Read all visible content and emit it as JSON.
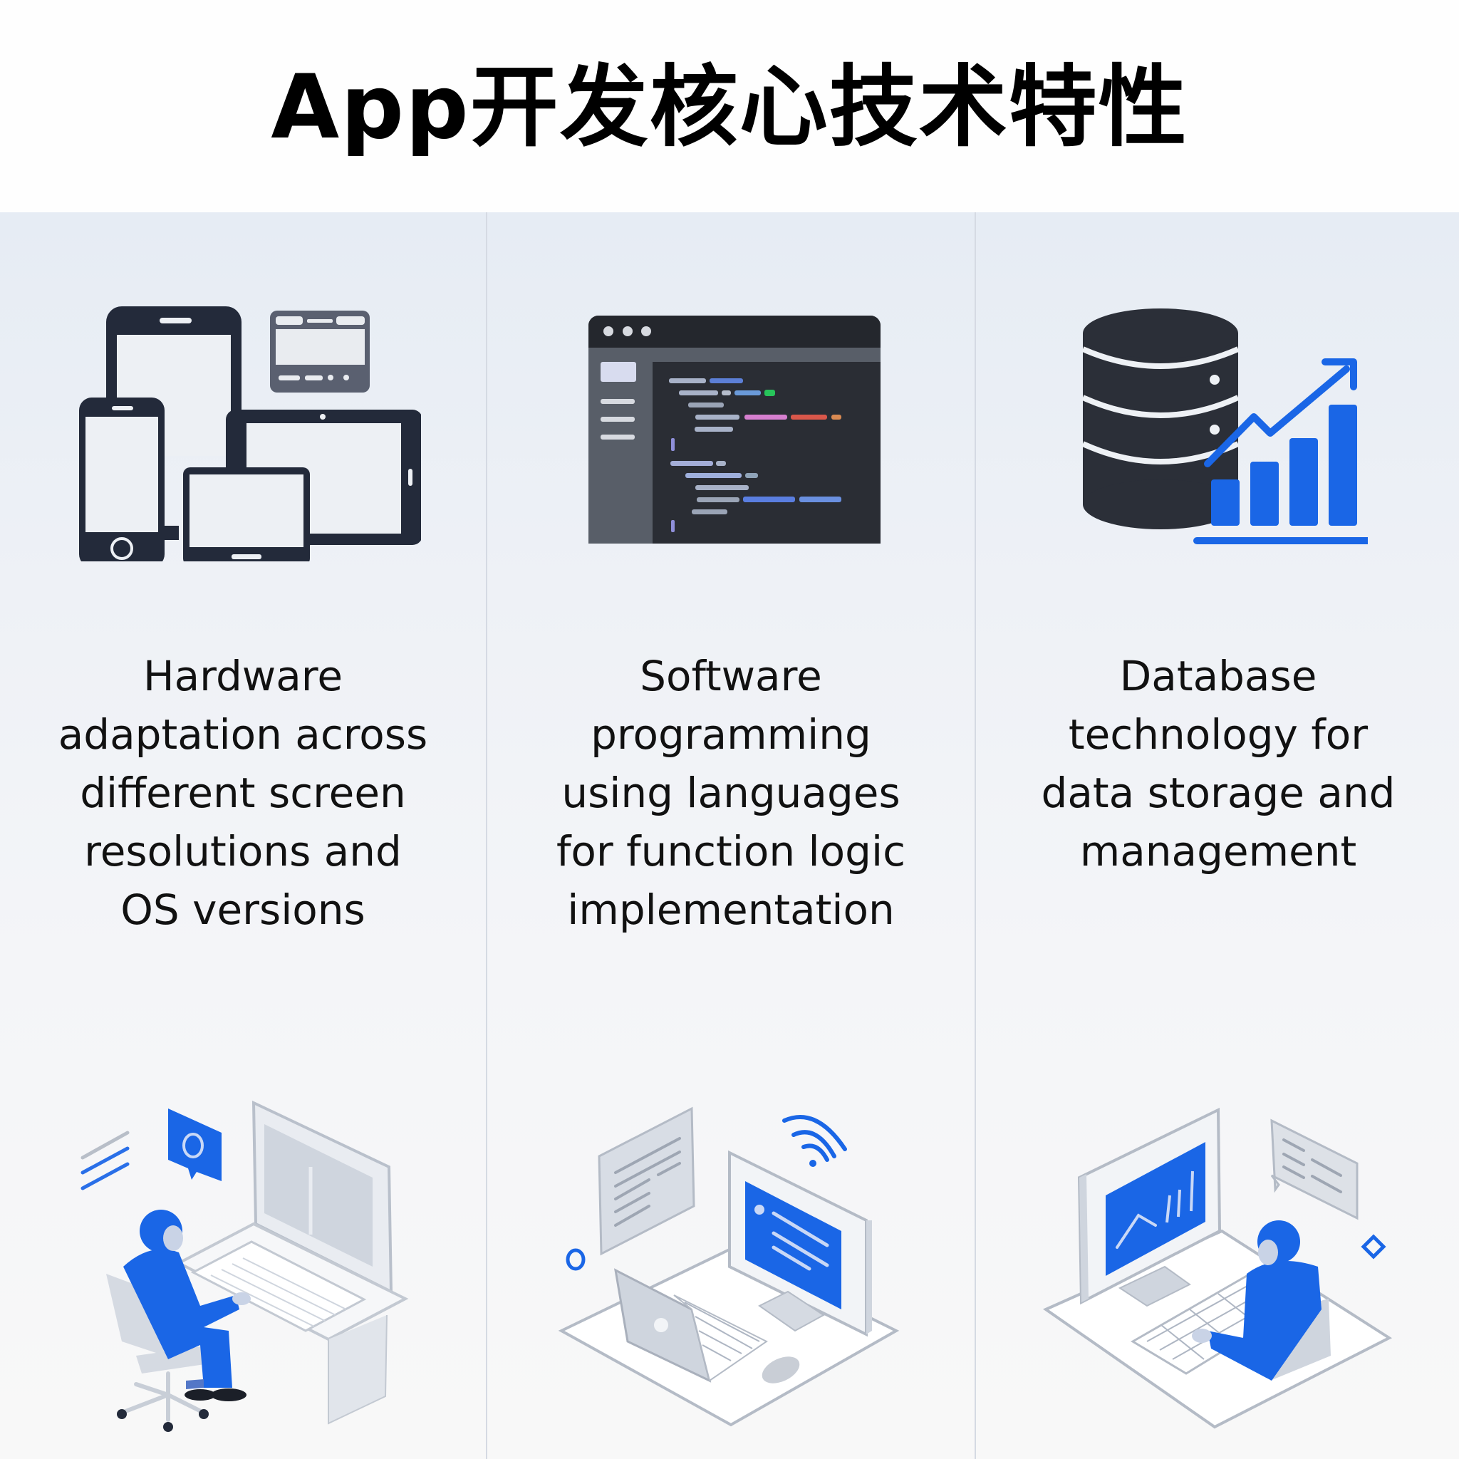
{
  "header": {
    "title": "App开发核心技术特性"
  },
  "columns": [
    {
      "id": "hardware",
      "icon": "multi-device-icon",
      "description": "Hardware\nadaptation across\ndifferent screen\nresolutions and\nOS versions",
      "illustration": "person-at-desk-computer-illustration"
    },
    {
      "id": "software",
      "icon": "code-editor-icon",
      "description": "Software\nprogramming\nusing languages\nfor function logic\nimplementation",
      "illustration": "laptop-monitor-wifi-illustration"
    },
    {
      "id": "database",
      "icon": "database-growth-chart-icon",
      "description": "Database\ntechnology for\ndata storage and\nmanagement",
      "illustration": "person-analytics-monitor-illustration"
    }
  ],
  "colors": {
    "accent_blue": "#1a66e6",
    "icon_dark": "#232a3a",
    "editor_dark": "#2c2f36",
    "panel_bg": "#e8edf5",
    "divider": "#d5dae3",
    "illus_gray": "#cfd5de"
  }
}
